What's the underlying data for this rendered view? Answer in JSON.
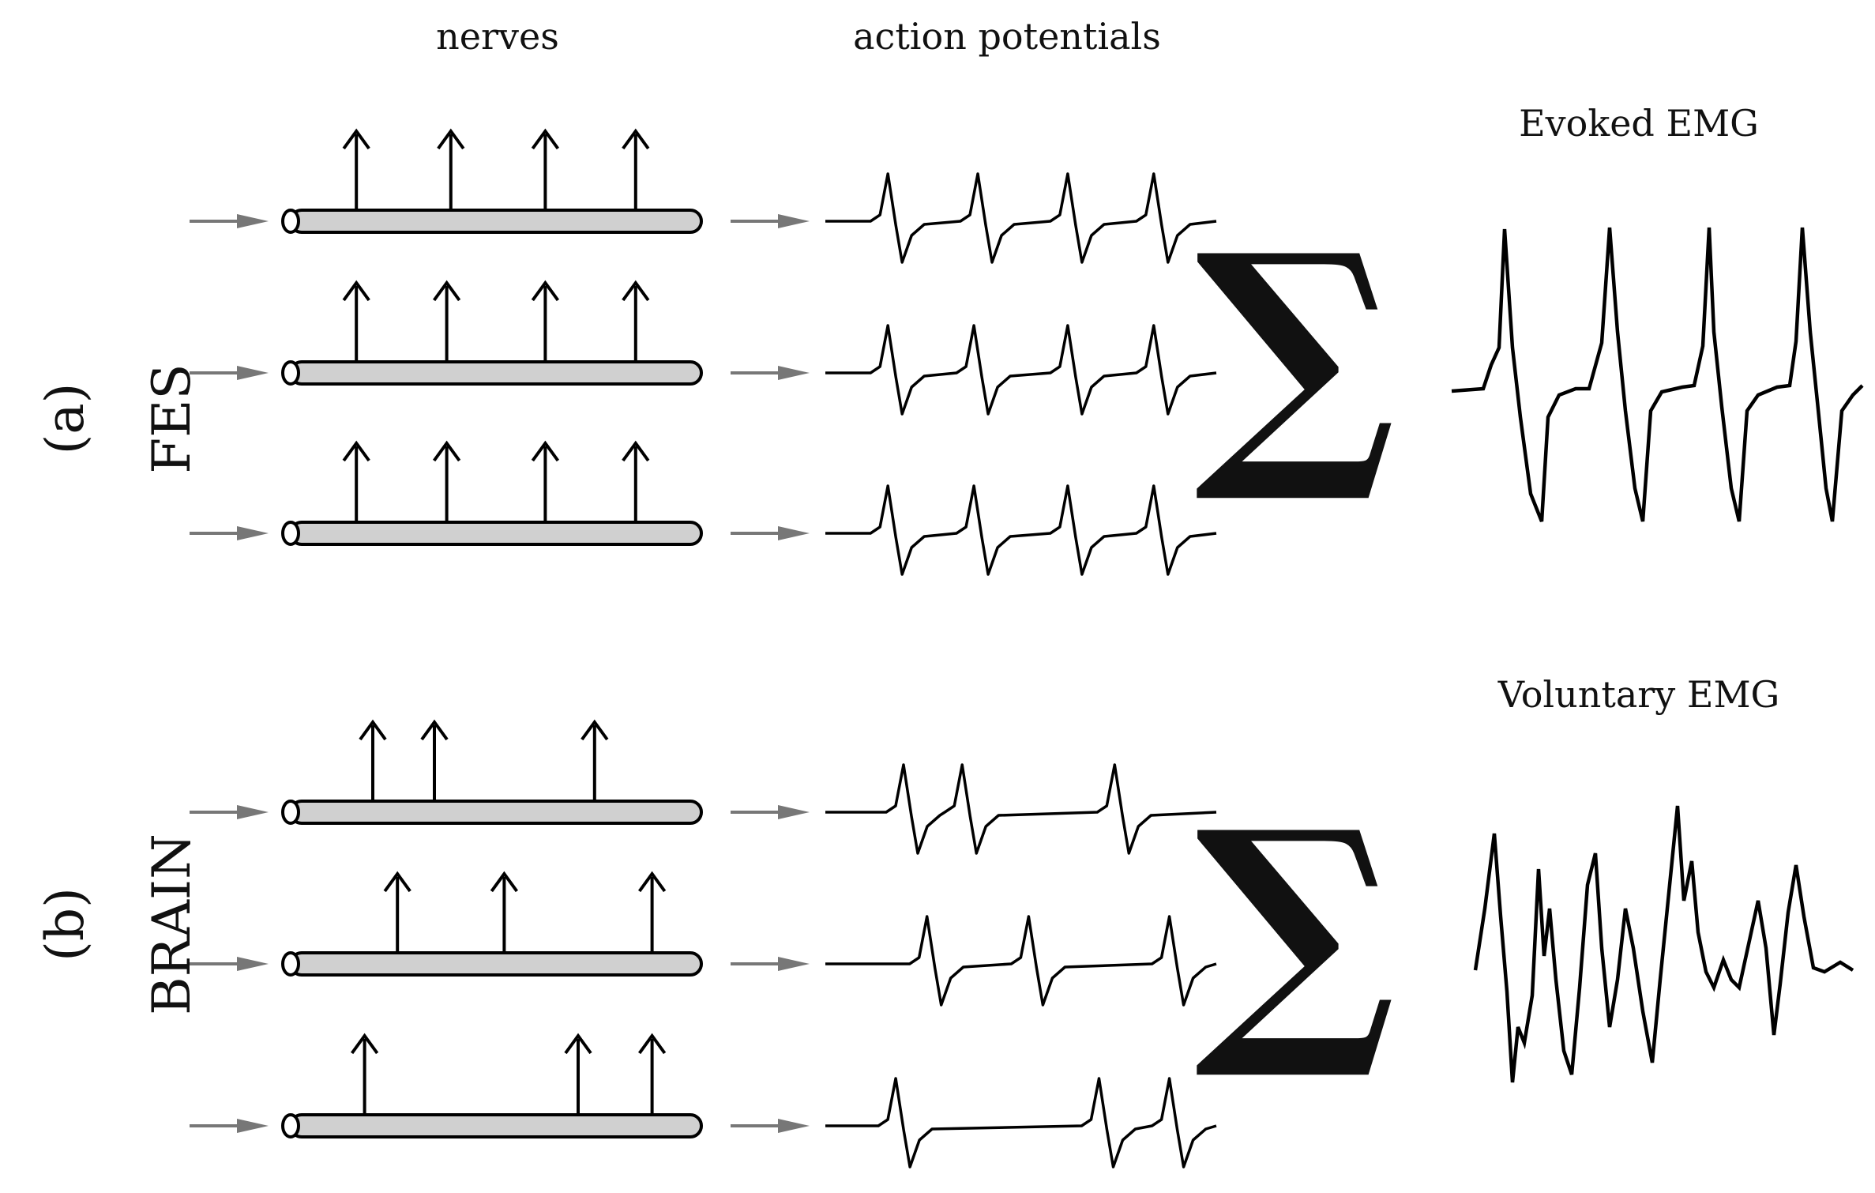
{
  "headers": {
    "nerves": "nerves",
    "action_potentials": "action potentials"
  },
  "panels": [
    {
      "id": "a",
      "label": "(a)",
      "source": "FES",
      "sum_symbol": "∑",
      "result_title": "Evoked EMG",
      "fibers": [
        {
          "spikes": [
            0.16,
            0.39,
            0.62,
            0.84
          ]
        },
        {
          "spikes": [
            0.16,
            0.38,
            0.62,
            0.84
          ]
        },
        {
          "spikes": [
            0.16,
            0.38,
            0.62,
            0.84
          ]
        }
      ]
    },
    {
      "id": "b",
      "label": "(b)",
      "source": "BRAIN",
      "sum_symbol": "∑",
      "result_title": "Voluntary EMG",
      "fibers": [
        {
          "spikes": [
            0.2,
            0.35,
            0.74
          ]
        },
        {
          "spikes": [
            0.26,
            0.52,
            0.88
          ]
        },
        {
          "spikes": [
            0.18,
            0.7,
            0.88
          ]
        }
      ]
    }
  ]
}
